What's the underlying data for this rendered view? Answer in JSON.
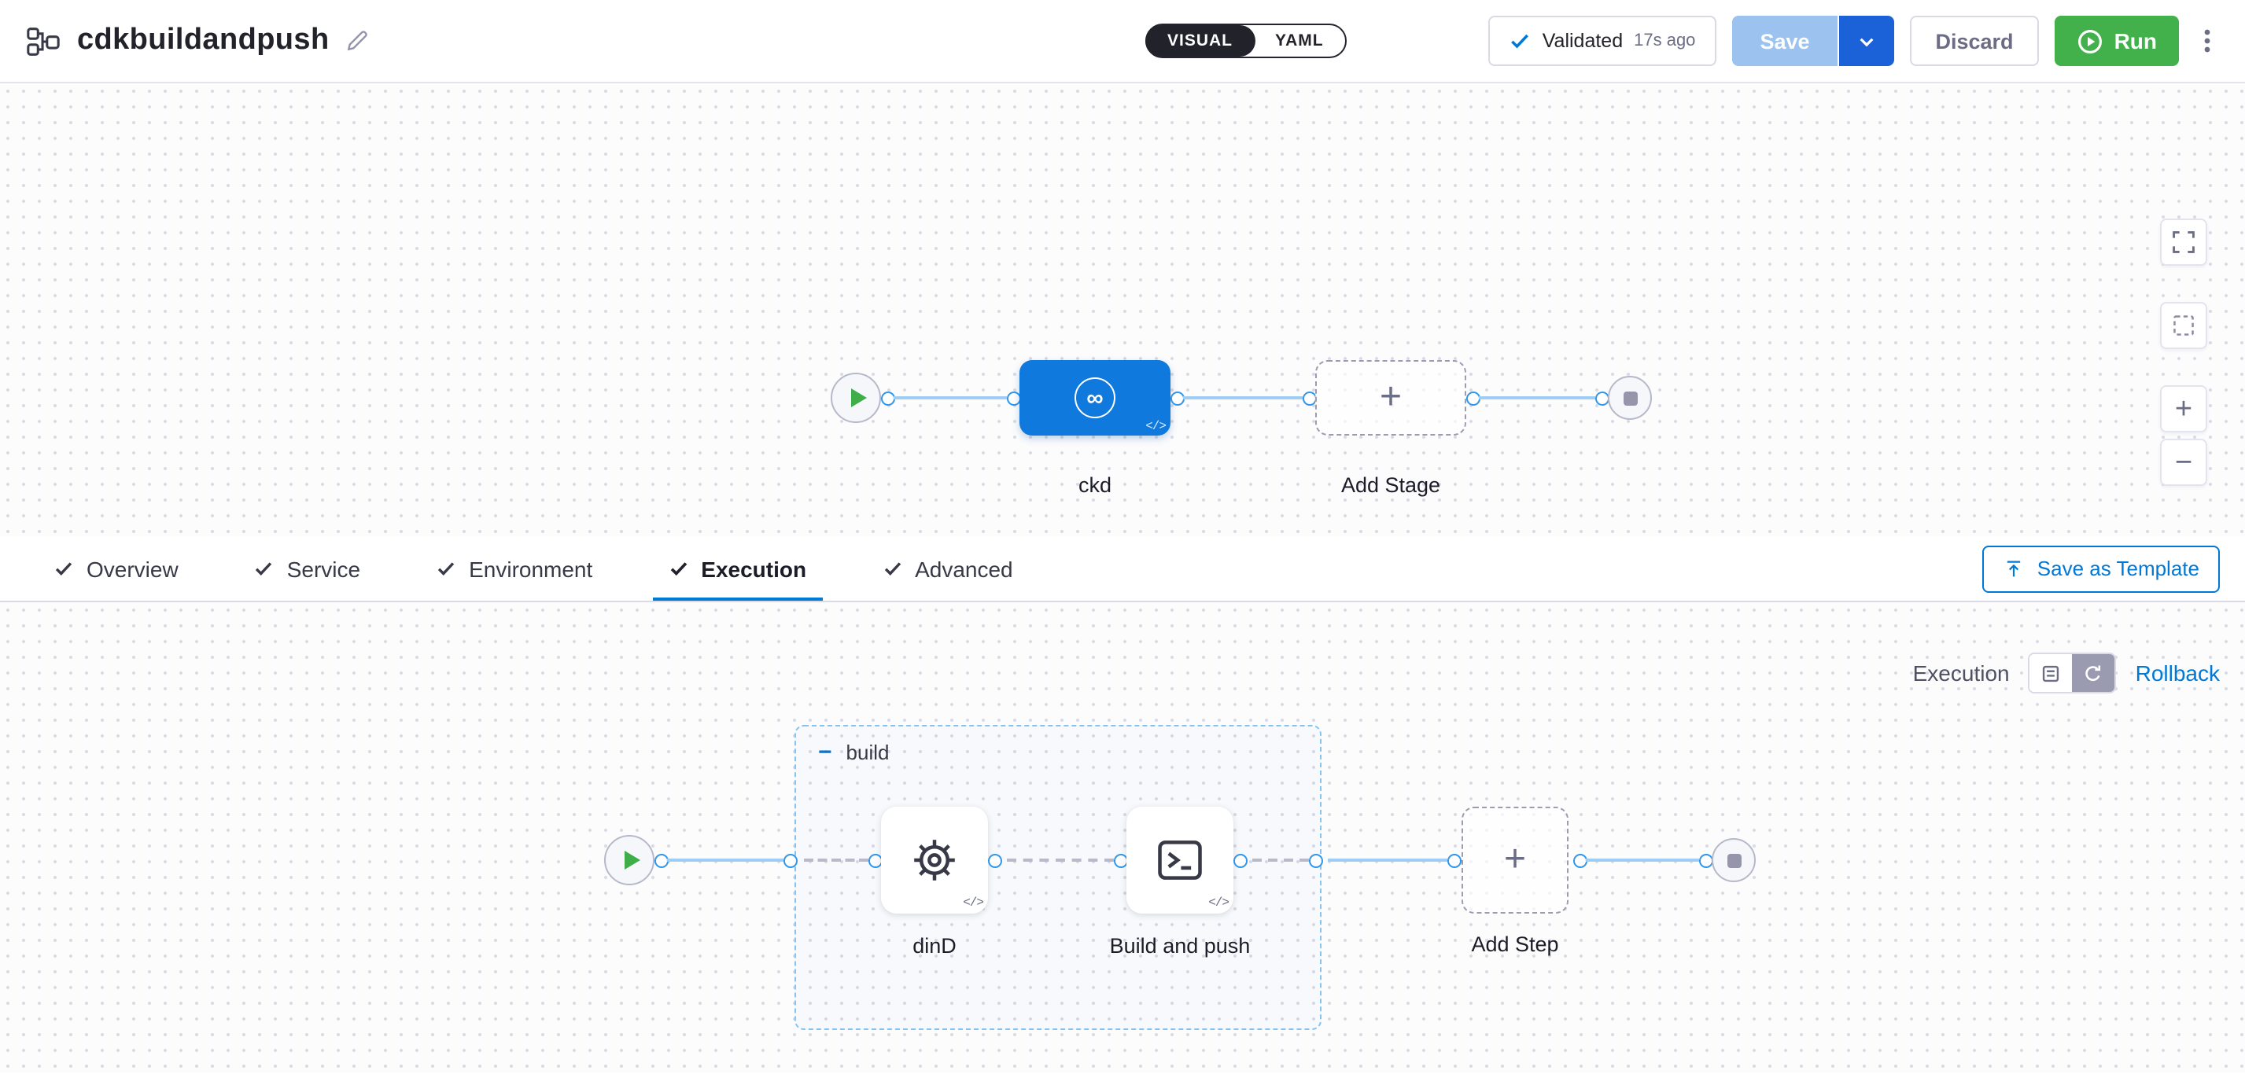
{
  "header": {
    "title": "cdkbuildandpush",
    "mode_toggle": {
      "visual": "VISUAL",
      "yaml": "YAML"
    },
    "validated": {
      "label": "Validated",
      "time": "17s ago"
    },
    "save_label": "Save",
    "discard_label": "Discard",
    "run_label": "Run"
  },
  "stage_graph": {
    "stage_name": "ckd",
    "add_stage_label": "Add Stage"
  },
  "tabs": {
    "items": [
      {
        "label": "Overview",
        "checked": true
      },
      {
        "label": "Service",
        "checked": true
      },
      {
        "label": "Environment",
        "checked": true
      },
      {
        "label": "Execution",
        "checked": true,
        "active": true
      },
      {
        "label": "Advanced",
        "checked": true
      }
    ],
    "save_as_template": "Save as Template"
  },
  "execution": {
    "mode_label": "Execution",
    "rollback_label": "Rollback",
    "group_label": "build",
    "steps": [
      {
        "name": "dinD"
      },
      {
        "name": "Build and push"
      }
    ],
    "add_step_label": "Add Step"
  },
  "symbols": {
    "plus": "+",
    "minus": "−",
    "infinity": "∞",
    "code": "</>"
  },
  "colors": {
    "accent_blue": "#0278d5",
    "stage_node_blue": "#1079dd",
    "run_green": "#42b14b",
    "save_disabled_blue": "#9cc3ef",
    "save_caret_blue": "#1b62d9",
    "connector_blue": "#9ecdf5",
    "connector_dot_blue": "#2f96ec",
    "dashed_connector_gray": "#b9bac9",
    "border_gray": "#d9dae5",
    "text_dark": "#22222a",
    "text_gray": "#6b6d85",
    "group_border_blue": "#85c4f0"
  }
}
